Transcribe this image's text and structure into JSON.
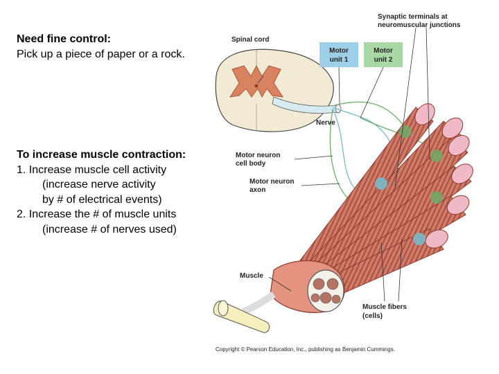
{
  "left_text": {
    "fine_heading": "Need fine control:",
    "fine_body": "Pick up a piece of paper or a rock.",
    "contraction_heading": "To increase muscle contraction:",
    "item1": "1.  Increase muscle cell activity",
    "item1_sub1": "(increase nerve activity",
    "item1_sub2": "by # of electrical events)",
    "item2": "2.  Increase the # of muscle units",
    "item2_sub1": "(increase # of nerves used)"
  },
  "figure": {
    "synaptic_line1": "Synaptic terminals at",
    "synaptic_line2": "neuromuscular junctions",
    "spinal_cord": "Spinal cord",
    "unit1_line1": "Motor",
    "unit1_line2": "unit 1",
    "unit2_line1": "Motor",
    "unit2_line2": "unit 2",
    "nerve": "Nerve",
    "cell_body_line1": "Motor neuron",
    "cell_body_line2": "cell body",
    "axon_line1": "Motor neuron",
    "axon_line2": "axon",
    "muscle": "Muscle",
    "fibers_line1": "Muscle fibers",
    "fibers_line2": "(cells)",
    "copyright": "Copyright © Pearson Education, Inc., publishing as Benjamin Cummings."
  },
  "colors": {
    "unit1_box": "#9ecfe8",
    "unit2_box": "#a9d8a6",
    "muscle_fiber": "#c86a5a",
    "gray_matter": "#d9825f",
    "spinal_cord": "#f3ead5",
    "bone": "#f6eebc"
  }
}
